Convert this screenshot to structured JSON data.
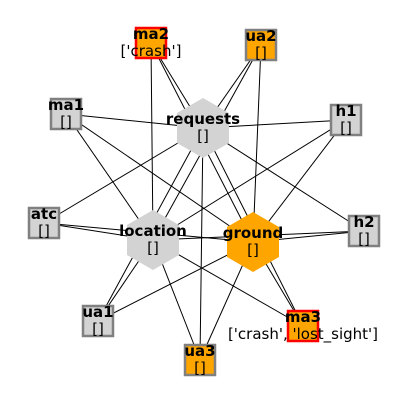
{
  "graph": {
    "edges": [
      [
        "requests",
        "ma2"
      ],
      [
        "requests",
        "ua2"
      ],
      [
        "requests",
        "ma1"
      ],
      [
        "requests",
        "h1"
      ],
      [
        "requests",
        "atc"
      ],
      [
        "requests",
        "h2"
      ],
      [
        "requests",
        "ua1"
      ],
      [
        "requests",
        "ua3"
      ],
      [
        "requests",
        "ma3"
      ],
      [
        "location",
        "ma2"
      ],
      [
        "location",
        "ua2"
      ],
      [
        "location",
        "ma1"
      ],
      [
        "location",
        "h1"
      ],
      [
        "location",
        "atc"
      ],
      [
        "location",
        "h2"
      ],
      [
        "location",
        "ua1"
      ],
      [
        "location",
        "ua3"
      ],
      [
        "location",
        "ma3"
      ],
      [
        "ground",
        "ma2"
      ],
      [
        "ground",
        "ua2"
      ],
      [
        "ground",
        "ma1"
      ],
      [
        "ground",
        "h1"
      ],
      [
        "ground",
        "atc"
      ],
      [
        "ground",
        "h2"
      ],
      [
        "ground",
        "ua1"
      ],
      [
        "ground",
        "ua3"
      ],
      [
        "ground",
        "ma3"
      ]
    ],
    "nodes": [
      {
        "id": "requests",
        "name": "requests",
        "value": "[]",
        "shape": "hexagon",
        "fill": "#d3d3d3"
      },
      {
        "id": "location",
        "name": "location",
        "value": "[]",
        "shape": "hexagon",
        "fill": "#d3d3d3"
      },
      {
        "id": "ground",
        "name": "ground",
        "value": "[]",
        "shape": "hexagon",
        "fill": "#ffa500"
      },
      {
        "id": "ma2",
        "name": "ma2",
        "value": "['crash']",
        "shape": "square",
        "fill": "#ffa500",
        "stroke": "#ff0000"
      },
      {
        "id": "ua2",
        "name": "ua2",
        "value": "[]",
        "shape": "square",
        "fill": "#ffa500",
        "stroke": "#808080"
      },
      {
        "id": "ma1",
        "name": "ma1",
        "value": "[]",
        "shape": "square",
        "fill": "#d3d3d3",
        "stroke": "#808080"
      },
      {
        "id": "h1",
        "name": "h1",
        "value": "[]",
        "shape": "square",
        "fill": "#d3d3d3",
        "stroke": "#808080"
      },
      {
        "id": "atc",
        "name": "atc",
        "value": "[]",
        "shape": "square",
        "fill": "#d3d3d3",
        "stroke": "#808080"
      },
      {
        "id": "h2",
        "name": "h2",
        "value": "[]",
        "shape": "square",
        "fill": "#d3d3d3",
        "stroke": "#808080"
      },
      {
        "id": "ua1",
        "name": "ua1",
        "value": "[]",
        "shape": "square",
        "fill": "#d3d3d3",
        "stroke": "#808080"
      },
      {
        "id": "ma3",
        "name": "ma3",
        "value": "['crash', 'lost_sight']",
        "shape": "square",
        "fill": "#ffa500",
        "stroke": "#ff0000"
      },
      {
        "id": "ua3",
        "name": "ua3",
        "value": "[]",
        "shape": "square",
        "fill": "#ffa500",
        "stroke": "#808080"
      }
    ]
  }
}
